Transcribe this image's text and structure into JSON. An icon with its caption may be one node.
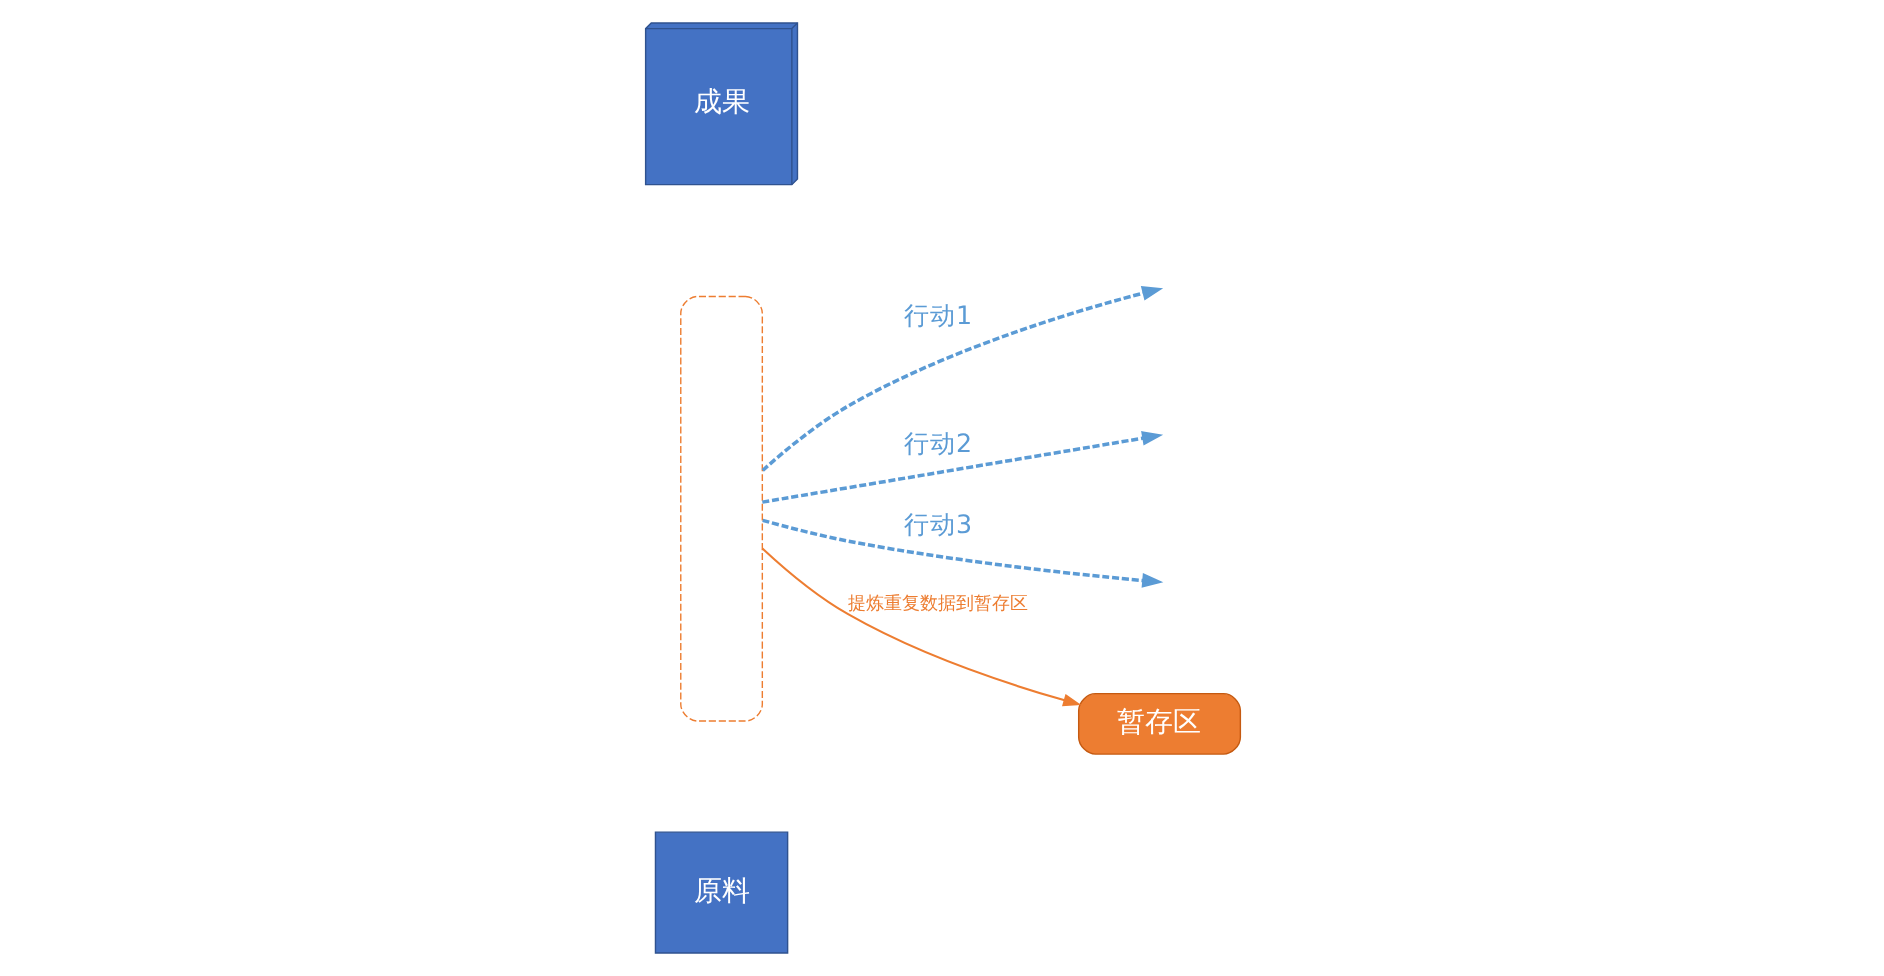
{
  "diagram": {
    "nodes": [
      {
        "text": [
          "原料"
        ]
      },
      {
        "text": [],
        "shape": "box"
      },
      {
        "text": [
          "成果"
        ]
      },
      {
        "text": [
          "暂存区"
        ]
      }
    ],
    "edges": [
      {
        "from": 1,
        "to": null,
        "arrow": "to",
        "label": "行动1",
        "style": "dashed"
      },
      {
        "from": 1,
        "to": null,
        "arrow": "to",
        "label": "行动2",
        "style": "dashed"
      },
      {
        "from": 1,
        "to": null,
        "arrow": "to",
        "label": "行动3",
        "style": "dashed"
      },
      {
        "from": 1,
        "to": 3,
        "arrow": "to",
        "label": "提炼重复数据到暂存区",
        "color": "#ed7d31"
      }
    ]
  }
}
